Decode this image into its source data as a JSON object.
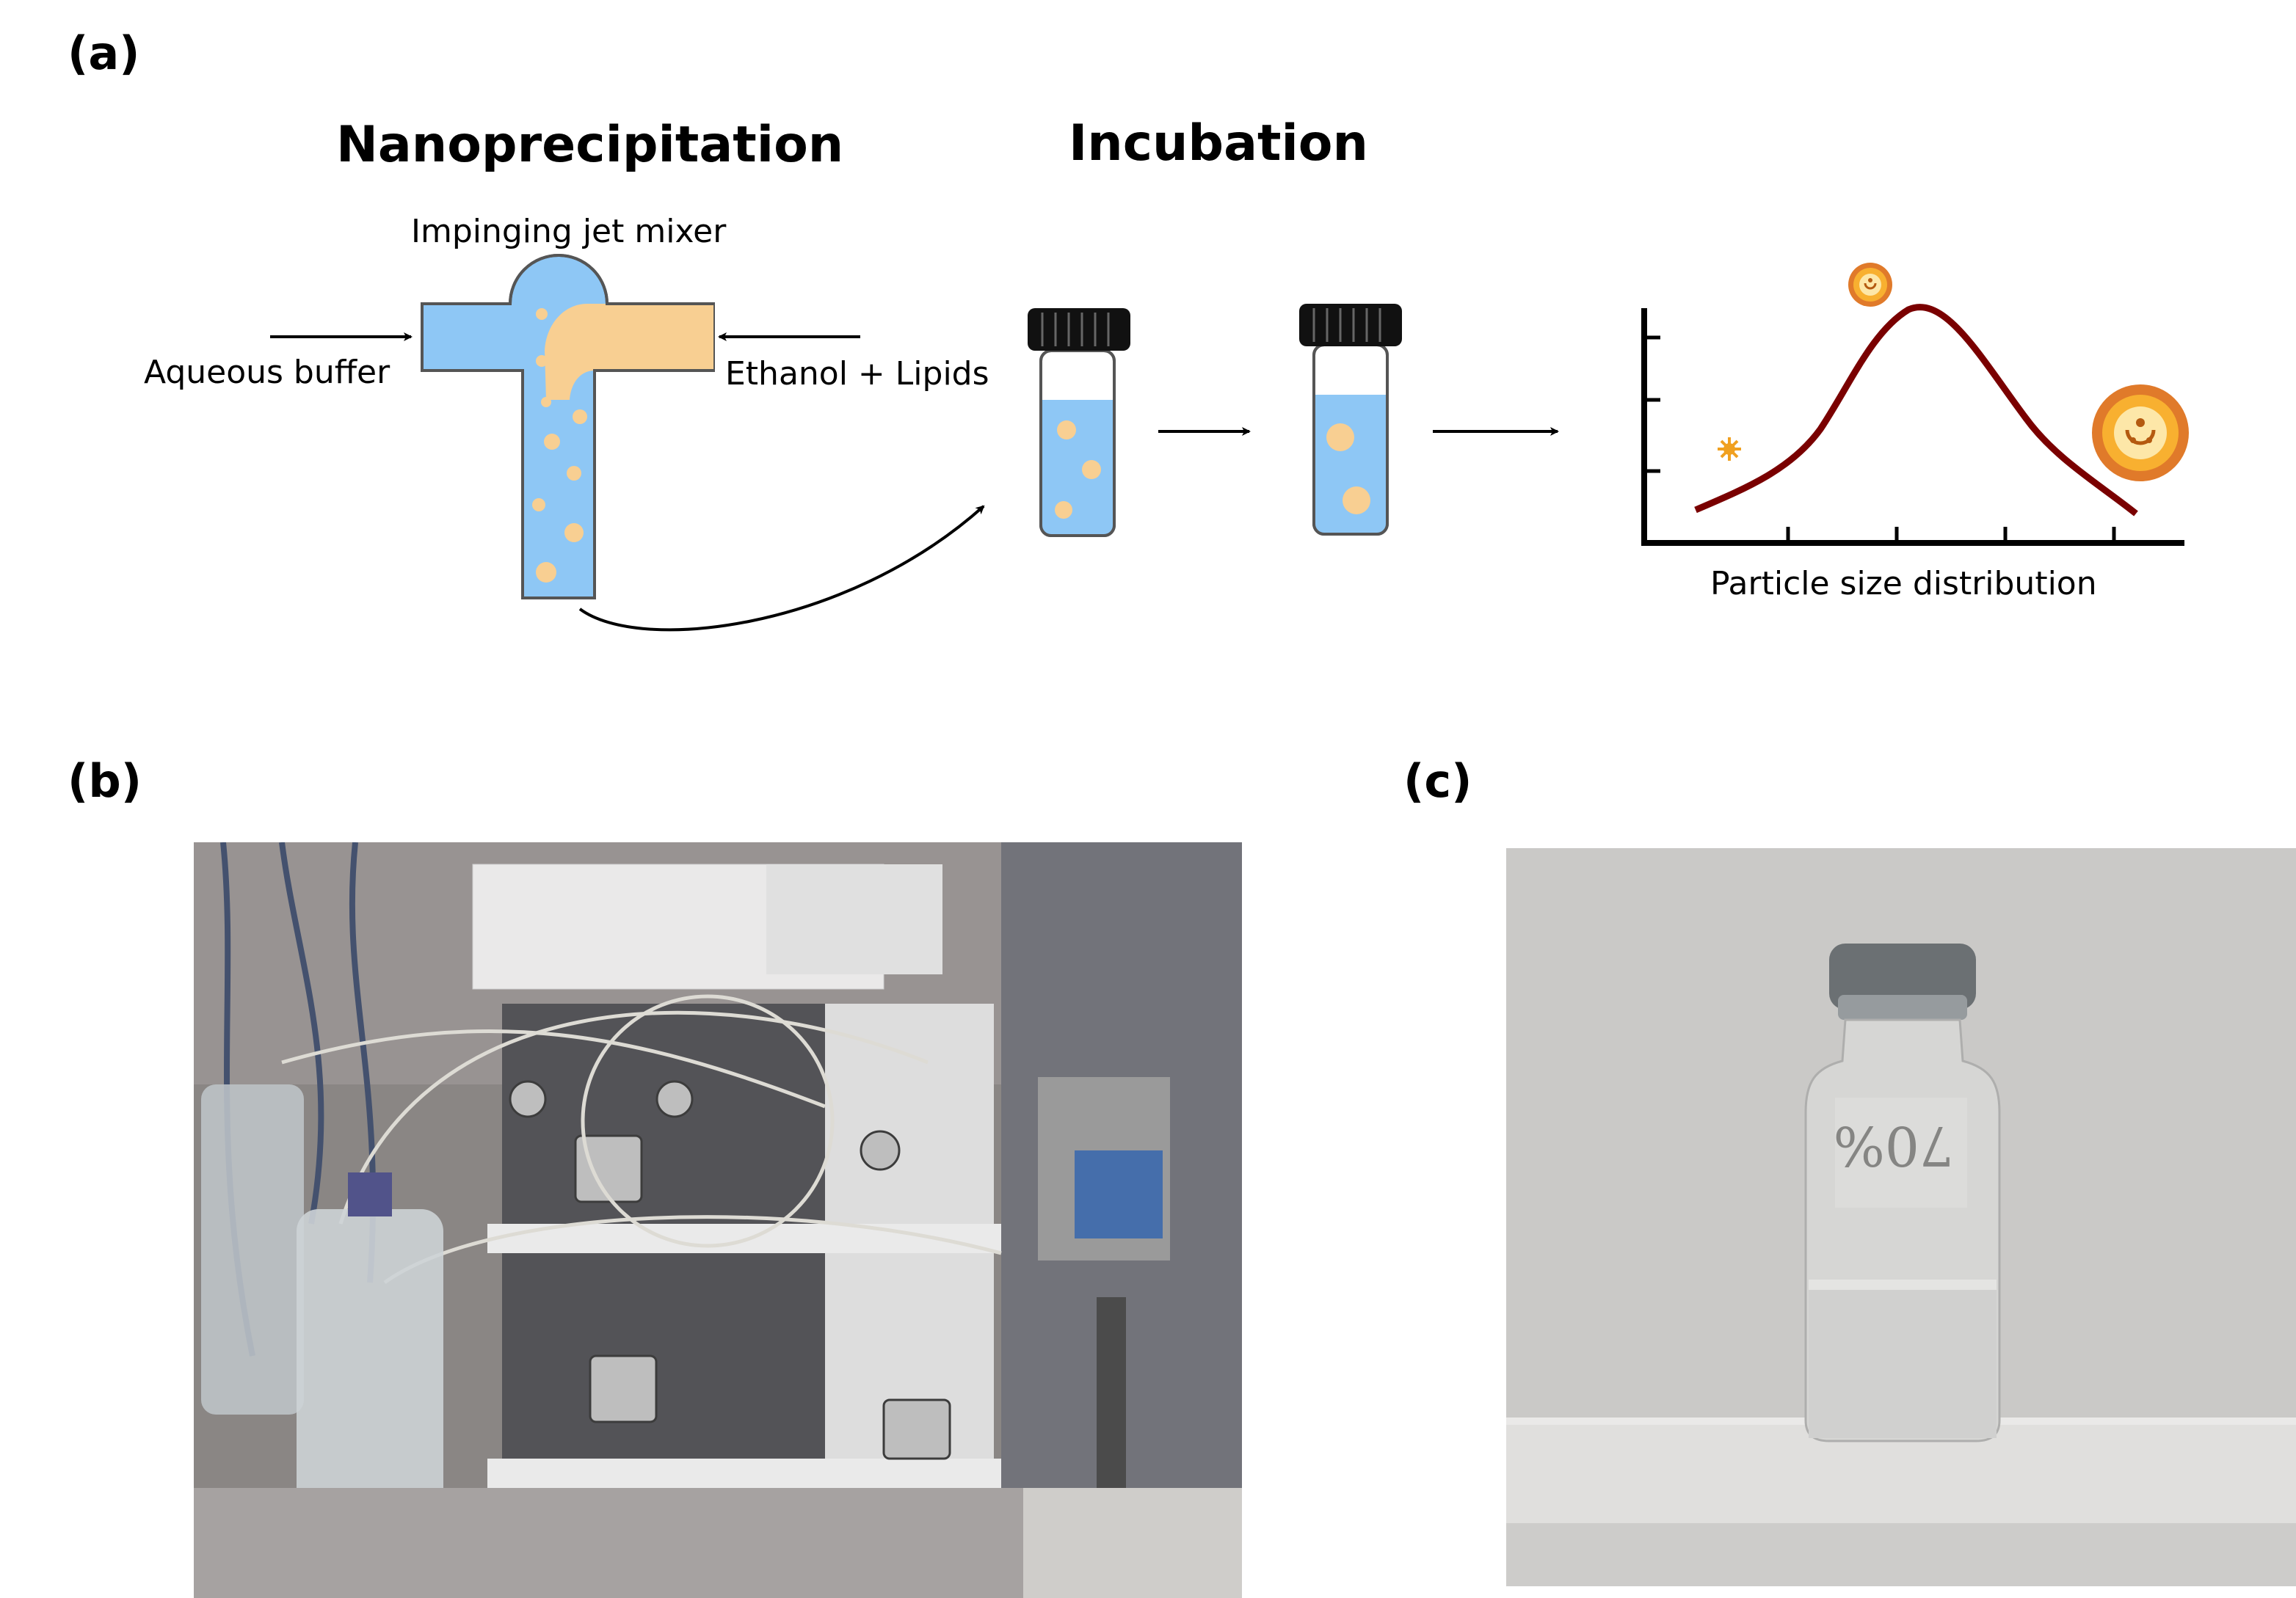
{
  "panels": {
    "a": "(a)",
    "b": "(b)",
    "c": "(c)"
  },
  "section_a": {
    "nanoprecipitation_title": "Nanoprecipitation",
    "incubation_title": "Incubation",
    "mixer_label": "Impinging jet mixer",
    "left_inlet_label": "Aqueous buffer",
    "right_inlet_label": "Ethanol + Lipids",
    "plot_label": "Particle size distribution"
  },
  "photo_c": {
    "vial_marking": "70%"
  },
  "colors": {
    "buffer_blue": "#8ec7f5",
    "lipid_orange": "#f8cf92",
    "curve": "#7a0000",
    "particle_orange": "#f0a020"
  }
}
